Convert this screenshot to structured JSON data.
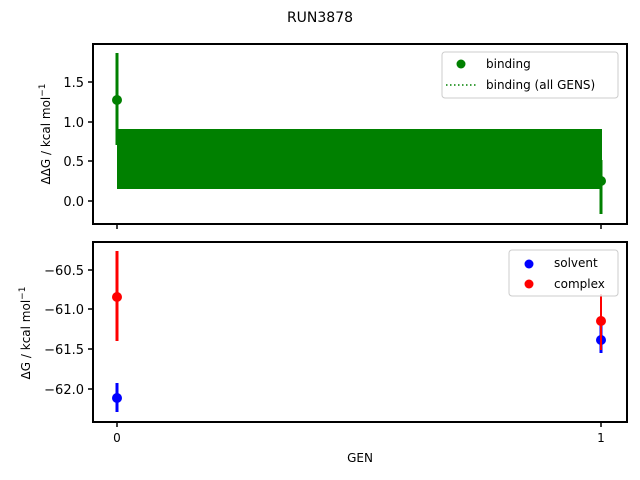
{
  "figure": {
    "title": "RUN3878",
    "xlabel": "GEN"
  },
  "chart_data": [
    {
      "type": "scatter",
      "panel": "top",
      "title": "RUN3878",
      "xlabel": "",
      "ylabel": "ΔΔG / kcal mol⁻¹",
      "x": [
        0,
        1
      ],
      "xticks": [
        "0",
        "1"
      ],
      "xlim": [
        -0.03,
        1.03
      ],
      "ylim": [
        -0.27,
        1.95
      ],
      "yticks": [
        "0.0",
        "0.5",
        "1.0",
        "1.5"
      ],
      "grid": false,
      "legend_position": "upper right",
      "series": [
        {
          "name": "binding",
          "marker": "o",
          "color": "#008000",
          "values": [
            1.27,
            0.25
          ],
          "err_low": [
            0.7,
            -0.17
          ],
          "err_high": [
            1.86,
            0.6
          ]
        },
        {
          "name": "binding (all GENS)",
          "style": "dotted",
          "color": "#008000",
          "band_low": 0.15,
          "band_high": 0.88
        }
      ]
    },
    {
      "type": "scatter",
      "panel": "bottom",
      "xlabel": "GEN",
      "ylabel": "ΔG / kcal mol⁻¹",
      "x": [
        0,
        1
      ],
      "xticks": [
        "0",
        "1"
      ],
      "xlim": [
        -0.03,
        1.03
      ],
      "ylim": [
        -62.42,
        -60.17
      ],
      "yticks": [
        "-60.5",
        "-61.0",
        "-61.5",
        "-62.0"
      ],
      "grid": false,
      "legend_position": "upper right",
      "series": [
        {
          "name": "solvent",
          "color": "#0000ff",
          "values": [
            -62.12,
            -61.37
          ],
          "err_low": [
            -62.3,
            -61.55
          ],
          "err_high": [
            -61.93,
            -61.19
          ]
        },
        {
          "name": "complex",
          "color": "#ff0000",
          "values": [
            -60.83,
            -61.13
          ],
          "err_low": [
            -61.4,
            -61.42
          ],
          "err_high": [
            -60.27,
            -60.8
          ]
        }
      ]
    }
  ],
  "labels": {
    "top_ylabel": "ΔΔG / kcal mol",
    "bottom_ylabel": "ΔG / kcal mol",
    "exp": "−1",
    "top_legend": [
      "binding",
      "binding (all GENS)"
    ],
    "bottom_legend": [
      "solvent",
      "complex"
    ],
    "top_yticks": [
      "0.0",
      "0.5",
      "1.0",
      "1.5"
    ],
    "bottom_yticks": [
      "−60.5",
      "−61.0",
      "−61.5",
      "−62.0"
    ],
    "xticks": [
      "0",
      "1"
    ]
  }
}
